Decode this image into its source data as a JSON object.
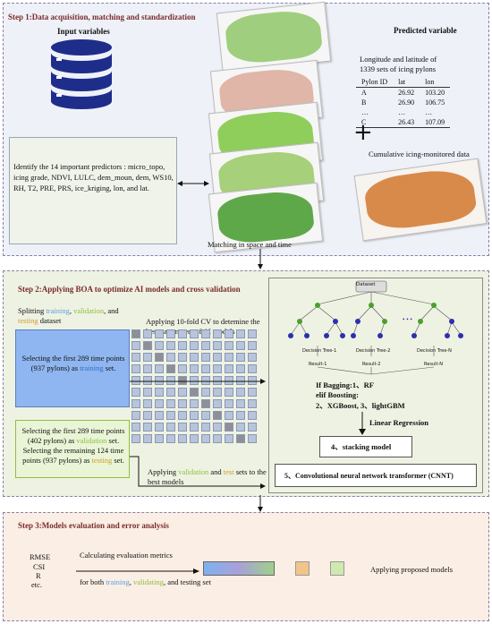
{
  "step1": {
    "title": "Step 1:Data acquisition, matching and standardization",
    "input_label": "Input variables",
    "predictors_text": "Identify the 14 important predictors : micro_topo, icing grade, NDVI, LULC, dem_moun, dem, WS10, RH, T2, PRE, PRS, ice_kriging, lon, and lat.",
    "predicted_label": "Predicted variable",
    "coord_text_1": "Longitude and latitude of",
    "coord_text_2": "1339 sets of icing pylons",
    "table_headers": [
      "Pylon ID",
      "lat",
      "lon"
    ],
    "table_rows": [
      [
        "A",
        "26.92",
        "103.20"
      ],
      [
        "B",
        "26.90",
        "106.75"
      ],
      [
        "…",
        "…",
        "…"
      ],
      [
        "C",
        "26.43",
        "107.09"
      ]
    ],
    "plus": "+",
    "cumulative_label": "Cumulative icing-monitored data",
    "matching_label": "Matching in space and time"
  },
  "step2": {
    "title": "Step 2:Applying BOA to optimize AI models and cross validation",
    "split_text": {
      "a": "Splitting ",
      "training": "training",
      "b": ", ",
      "validation": "validation",
      "c": ", and ",
      "testing": "testing",
      "d": " dataset"
    },
    "train_box": {
      "a": "Selecting the first 289 time points (937 pylons) as ",
      "training": "training",
      "b": " set."
    },
    "cv_text": "Applying 10-fold CV to detemine the best parameters of AI models",
    "val_box": {
      "a": "Selecting the first 289 time points (402 pylons) as ",
      "validation": "validation",
      "b": " set.",
      "c": "Selecting the remaining 124 time points (937 pylons) as ",
      "testing": "testing",
      "d": " set."
    },
    "apply_text": {
      "a": "Applying ",
      "validation": "validation",
      "b": " and ",
      "testing": "test",
      "c": " sets to the best models"
    },
    "dataset_label": "Dataset",
    "trees": [
      "Decision Tree-1",
      "Decision Tree-2",
      "Decision Tree-N"
    ],
    "results": [
      "Result-1",
      "Result-2",
      "Result-N"
    ],
    "dots": "• • •",
    "bagging_1": "If Bagging:1、RF",
    "bagging_2": "elif Boosting:",
    "bagging_3": "2、XGBoost, 3、lightGBM",
    "linear_regression": "Linear Regression",
    "stacking": "4、stacking model",
    "cnnt": "5、Convolutional neural network transformer (CNNT)"
  },
  "step3": {
    "title": "Step 3:Models evaluation and error analysis",
    "metrics": [
      "RMSE",
      "CSI",
      "R",
      "etc."
    ],
    "calc_text": "Calculating evaluation metrics",
    "for_text": {
      "a": "for both ",
      "training": "training",
      "b": ", ",
      "validating": "validating",
      "c": ", and testing set"
    },
    "apply_models": "Applying proposed models"
  },
  "colors": {
    "training": "#5aa0e0",
    "validation": "#8fbf3f",
    "testing": "#d49a2a",
    "step1_bg": "#eef1f8",
    "step2_bg": "#eef2e2",
    "step3_bg": "#fbeee4",
    "dark_blue": "#1f2d8a",
    "tree_green": "#4aa02c"
  }
}
